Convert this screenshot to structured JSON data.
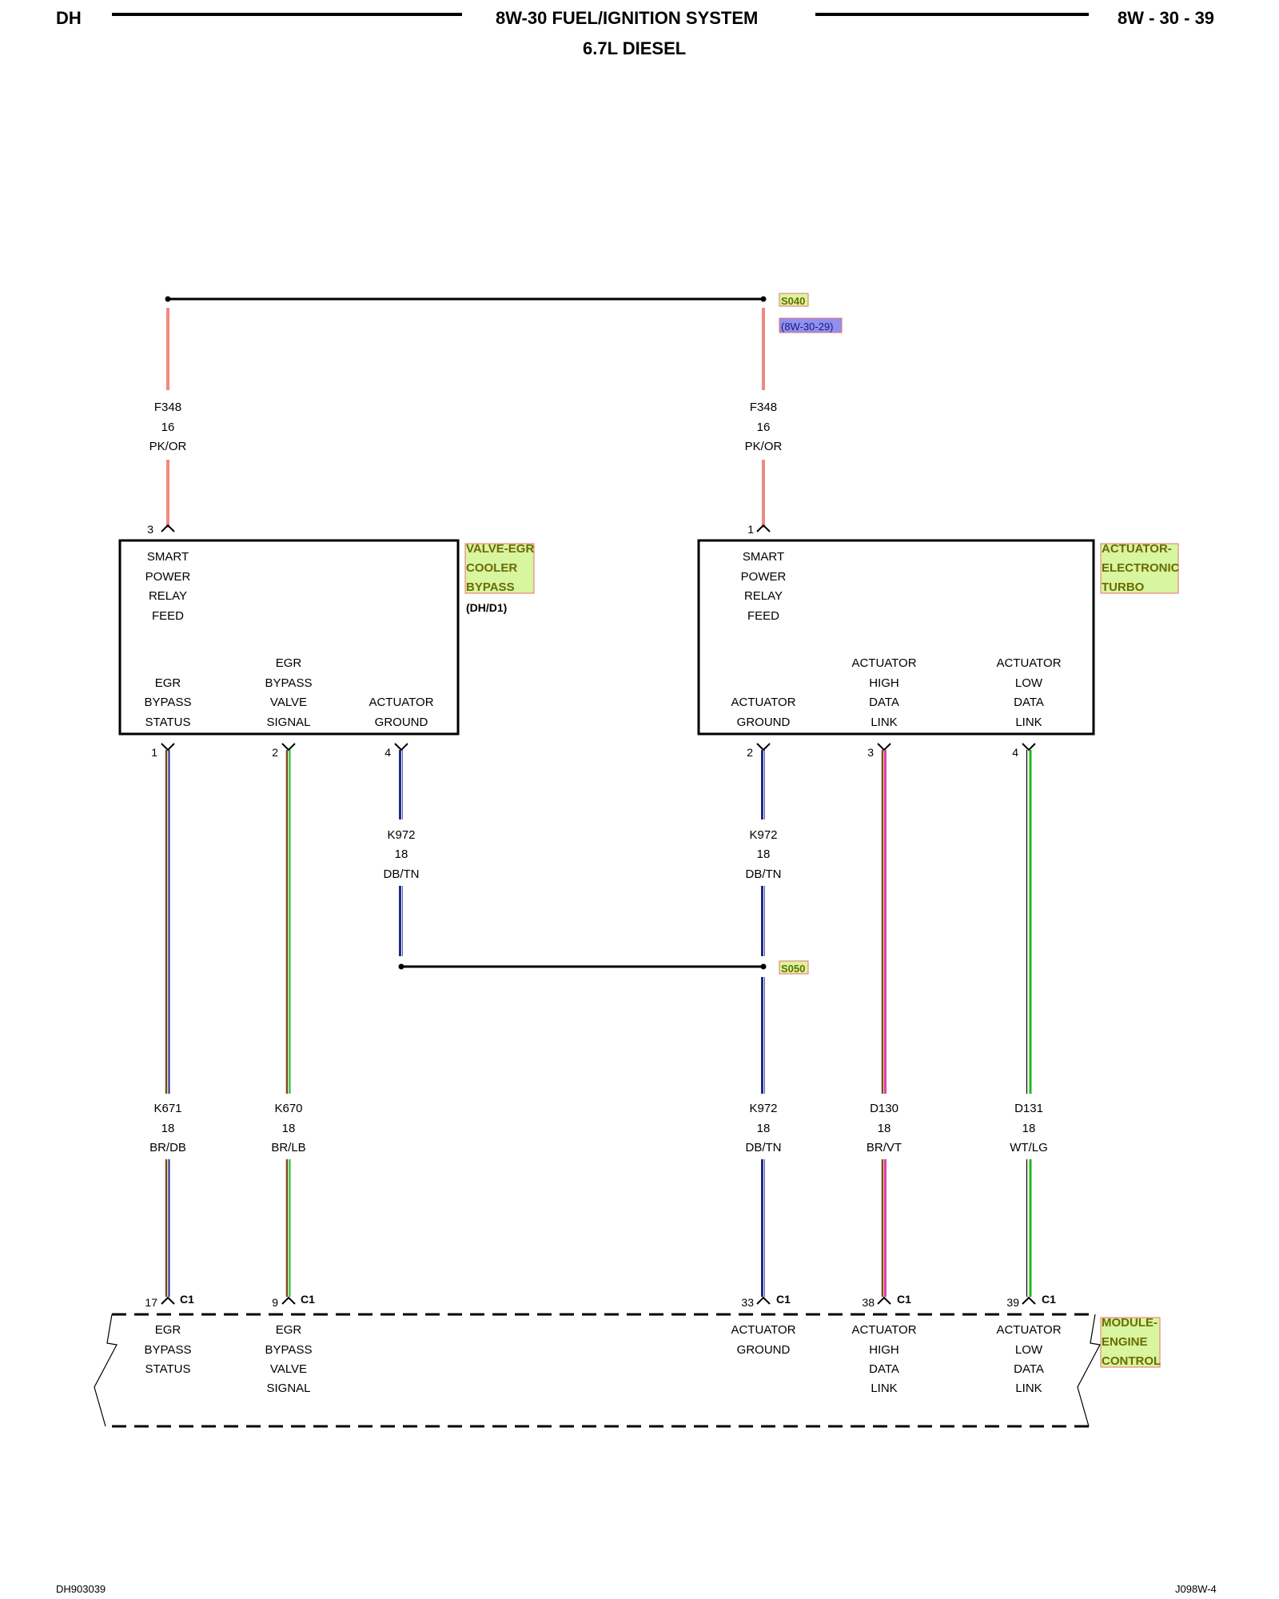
{
  "header": {
    "left": "DH",
    "title": "8W-30 FUEL/IGNITION SYSTEM",
    "subtitle": "6.7L DIESEL",
    "right": "8W - 30 - 39"
  },
  "footer": {
    "left": "DH903039",
    "right": "J098W-4"
  },
  "splices": {
    "s040": "S040",
    "s040_ref": "(8W-30-29)",
    "s050": "S050"
  },
  "components": {
    "valve": {
      "name": [
        "VALVE-EGR",
        "COOLER",
        "BYPASS"
      ],
      "variant": "(DH/D1)",
      "feed": [
        "SMART",
        "POWER",
        "RELAY",
        "FEED"
      ],
      "pin1": [
        "EGR",
        "BYPASS",
        "STATUS"
      ],
      "pin2": [
        "EGR",
        "BYPASS",
        "VALVE",
        "SIGNAL"
      ],
      "pin4": [
        "ACTUATOR",
        "GROUND"
      ]
    },
    "turbo": {
      "name": [
        "ACTUATOR-",
        "ELECTRONIC",
        "TURBO"
      ],
      "feed": [
        "SMART",
        "POWER",
        "RELAY",
        "FEED"
      ],
      "pin2": [
        "ACTUATOR",
        "GROUND"
      ],
      "pin3": [
        "ACTUATOR",
        "HIGH",
        "DATA",
        "LINK"
      ],
      "pin4": [
        "ACTUATOR",
        "LOW",
        "DATA",
        "LINK"
      ]
    },
    "ecm": {
      "name": [
        "MODULE-",
        "ENGINE",
        "CONTROL"
      ],
      "c17": [
        "EGR",
        "BYPASS",
        "STATUS"
      ],
      "c9": [
        "EGR",
        "BYPASS",
        "VALVE",
        "SIGNAL"
      ],
      "c33": [
        "ACTUATOR",
        "GROUND"
      ],
      "c38": [
        "ACTUATOR",
        "HIGH",
        "DATA",
        "LINK"
      ],
      "c39": [
        "ACTUATOR",
        "LOW",
        "DATA",
        "LINK"
      ]
    }
  },
  "pins": {
    "valve_feed": "3",
    "turbo_feed": "1",
    "valve_1": "1",
    "valve_2": "2",
    "valve_4": "4",
    "turbo_2": "2",
    "turbo_3": "3",
    "turbo_4": "4",
    "ecm_17": "17",
    "ecm_9": "9",
    "ecm_33": "33",
    "ecm_38": "38",
    "ecm_39": "39",
    "connector": "C1"
  },
  "wires": {
    "f348_left": [
      "F348",
      "16",
      "PK/OR"
    ],
    "f348_right": [
      "F348",
      "16",
      "PK/OR"
    ],
    "k972_valve": [
      "K972",
      "18",
      "DB/TN"
    ],
    "k972_turbo": [
      "K972",
      "18",
      "DB/TN"
    ],
    "k671": [
      "K671",
      "18",
      "BR/DB"
    ],
    "k670": [
      "K670",
      "18",
      "BR/LB"
    ],
    "k972_ecm": [
      "K972",
      "18",
      "DB/TN"
    ],
    "d130": [
      "D130",
      "18",
      "BR/VT"
    ],
    "d131": [
      "D131",
      "18",
      "WT/LG"
    ]
  },
  "colors": {
    "pk_or": "#f08a7e",
    "brown": "#7a4a1a",
    "dark_blue": "#1e2a8c",
    "light_blue": "#4aa0e0",
    "green": "#1fb81f",
    "tan": "#c8a060",
    "violet": "#e040b0",
    "white": "#cccccc",
    "label_fill": "#d8f5a0",
    "label_border": "#e87070",
    "ref_fill": "#9090ee"
  }
}
